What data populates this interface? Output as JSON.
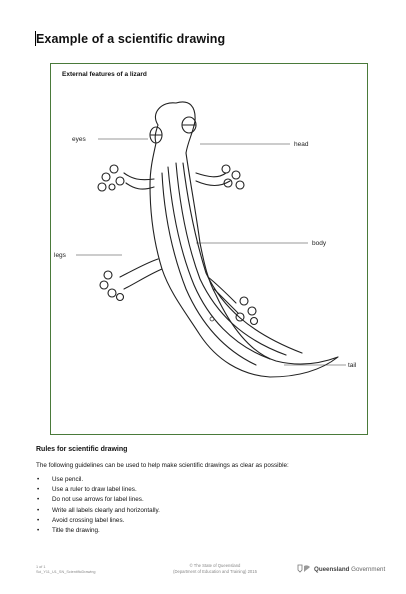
{
  "document": {
    "title": "Example of a scientific drawing"
  },
  "figure": {
    "caption": "External features of a lizard",
    "labels": {
      "eyes": "eyes",
      "head": "head",
      "legs": "legs",
      "body": "body",
      "tail": "tail"
    }
  },
  "rules": {
    "heading": "Rules for scientific drawing",
    "intro": "The following guidelines can be used to help make scientific drawings as clear as possible:",
    "items": [
      "Use pencil.",
      "Use a ruler to draw label lines.",
      "Do not use arrows for label lines.",
      "Write all labels clearly and horizontally.",
      "Avoid crossing label  lines.",
      "Title the drawing."
    ]
  },
  "footer": {
    "page": "1 of 1",
    "file": "Sci_Y11_U1_SN_ScientificDrawing",
    "copyright_line1": "© The State of Queensland",
    "copyright_line2": "(Department of Education and Training) 2015",
    "brand_bold": "Queensland",
    "brand_rest": " Government"
  }
}
